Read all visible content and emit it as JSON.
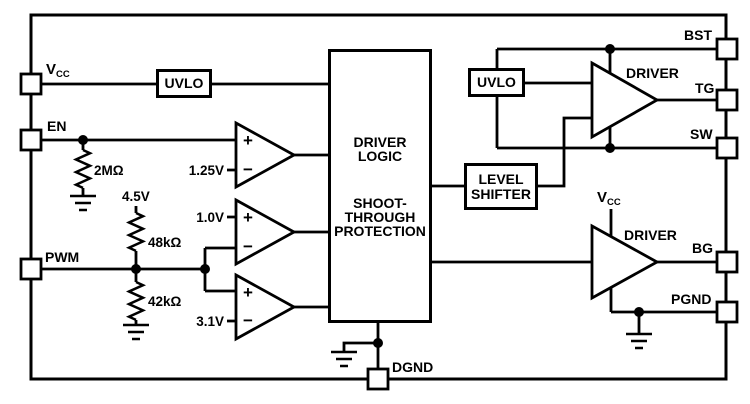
{
  "pins": {
    "vcc": {
      "main": "V",
      "sub": "CC"
    },
    "en": "EN",
    "pwm": "PWM",
    "bst": "BST",
    "tg": "TG",
    "sw": "SW",
    "bg": "BG",
    "pgnd": "PGND",
    "dgnd": "DGND"
  },
  "blocks": {
    "uvlo_left": "UVLO",
    "uvlo_right": "UVLO",
    "driver_logic": {
      "line1": "DRIVER",
      "line2": "LOGIC"
    },
    "shoot_through": {
      "line1": "SHOOT-",
      "line2": "THROUGH",
      "line3": "PROTECTION"
    },
    "level_shifter": {
      "line1": "LEVEL",
      "line2": "SHIFTER"
    },
    "driver_top": "DRIVER",
    "driver_bottom": "DRIVER",
    "vcc_supply": {
      "main": "V",
      "sub": "CC"
    }
  },
  "comparators": [
    {
      "plus": "+",
      "minus": "−",
      "reference": "1.25V"
    },
    {
      "plus": "+",
      "minus": "−",
      "reference": "1.0V"
    },
    {
      "plus": "+",
      "minus": "−",
      "reference": "3.1V"
    }
  ],
  "voltages": {
    "divider_supply": "4.5V"
  },
  "resistors": {
    "en_pulldown": "2MΩ",
    "divider_top": "48kΩ",
    "divider_bottom": "42kΩ"
  },
  "colors": {
    "line": "#000000",
    "background": "#ffffff"
  }
}
